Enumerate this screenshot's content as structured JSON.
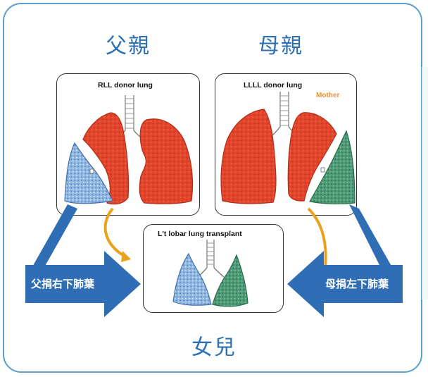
{
  "labels": {
    "father": "父親",
    "mother": "母親",
    "daughter": "女兒"
  },
  "panels": {
    "father_panel": "RLL donor lung",
    "mother_panel": "LLLL donor lung",
    "mother_tag": "Mother",
    "recipient_panel": "L't lobar lung transplant"
  },
  "arrows": {
    "left": "父捐右下肺葉",
    "right": "母捐左下肺葉"
  },
  "colors": {
    "frame": "#5b9ec9",
    "title_text": "#2d6fb3",
    "arrow_blue": "#2f6db5",
    "lung_red": "#e2452b",
    "lobe_blue": "#7aa8d8",
    "lobe_green": "#3f8f6a",
    "curve_orange": "#e9a21e"
  }
}
